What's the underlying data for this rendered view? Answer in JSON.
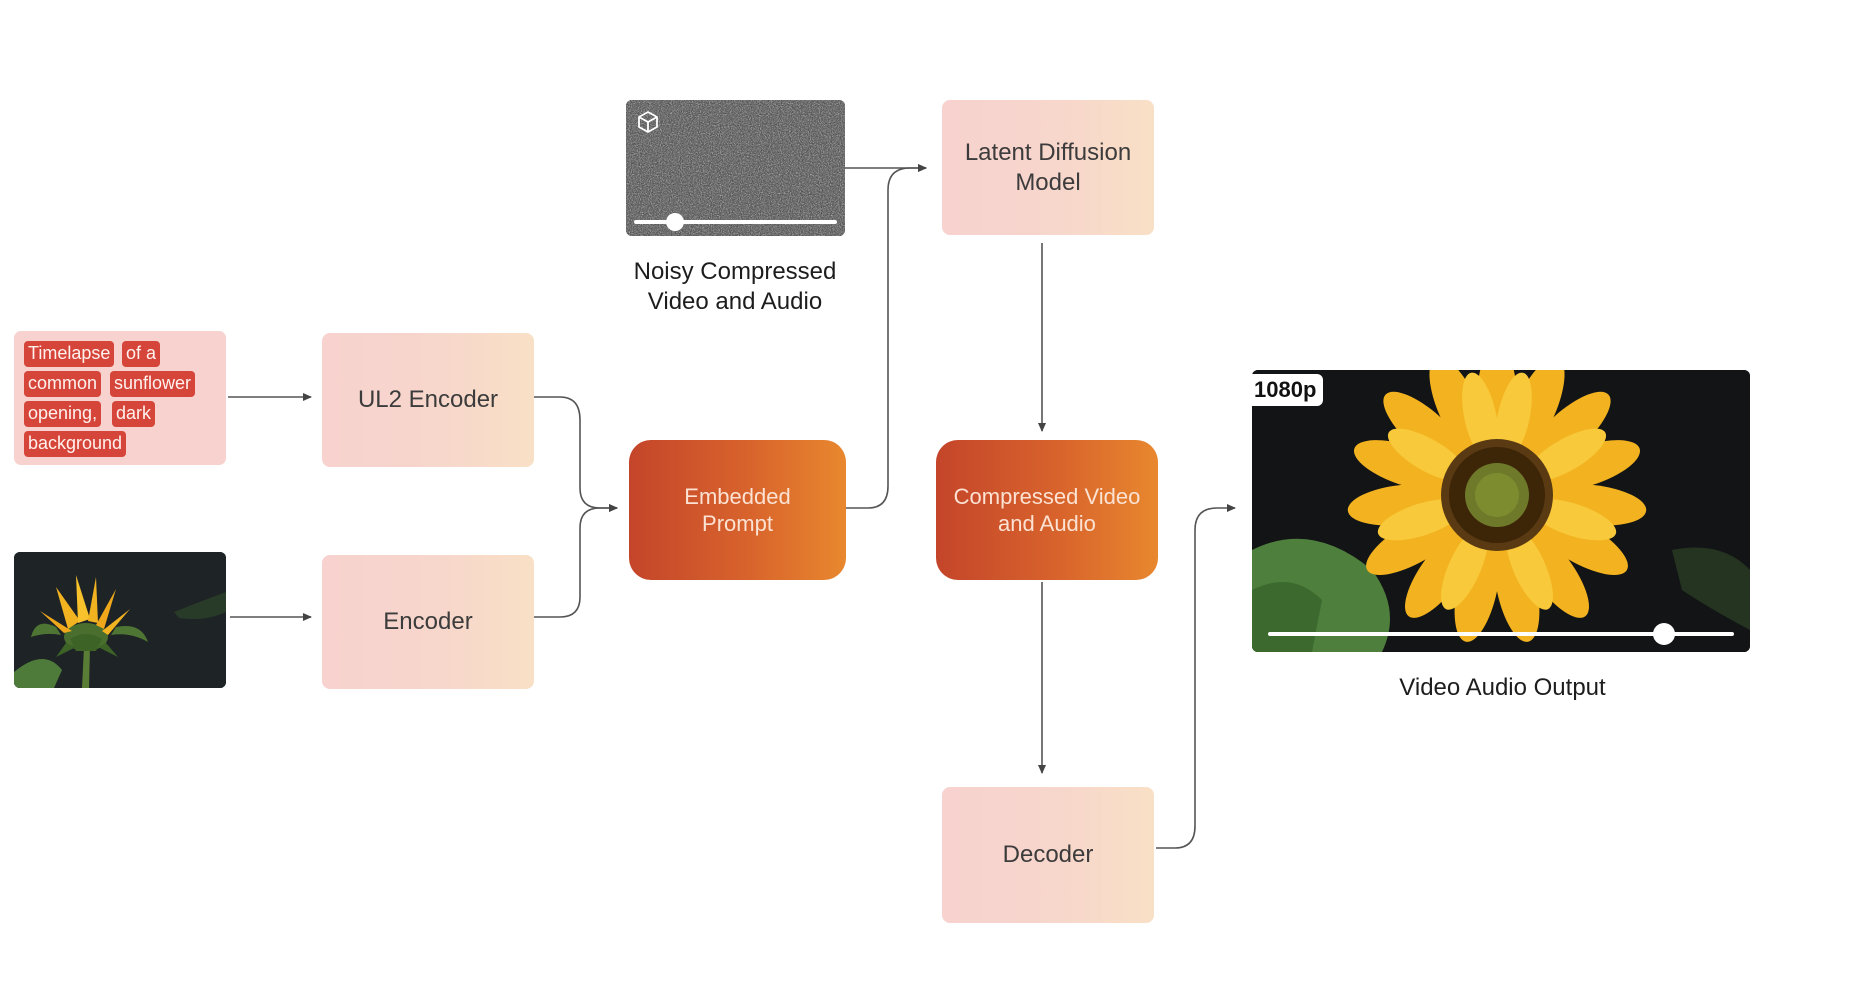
{
  "prompt_words": [
    "Timelapse",
    "of a",
    "common",
    "sunflower",
    "opening,",
    "dark",
    "background"
  ],
  "nodes": {
    "ul2_encoder": "UL2 Encoder",
    "encoder": "Encoder",
    "embedded_prompt_line1": "Embedded",
    "embedded_prompt_line2": "Prompt",
    "latent_diffusion_line1": "Latent Diffusion",
    "latent_diffusion_line2": "Model",
    "compressed_line1": "Compressed Video",
    "compressed_line2": "and Audio",
    "decoder": "Decoder"
  },
  "captions": {
    "noisy_line1": "Noisy Compressed",
    "noisy_line2": "Video and Audio",
    "output": "Video Audio Output"
  },
  "output_resolution": "1080p",
  "playback": {
    "noisy_progress": 0.2,
    "output_progress": 0.85
  },
  "colors": {
    "light_box": "#f7d6cb",
    "orange_box": "#d8632c",
    "tag": "#d6453a",
    "arrow": "#444444"
  },
  "icons": [
    "cube-icon"
  ]
}
